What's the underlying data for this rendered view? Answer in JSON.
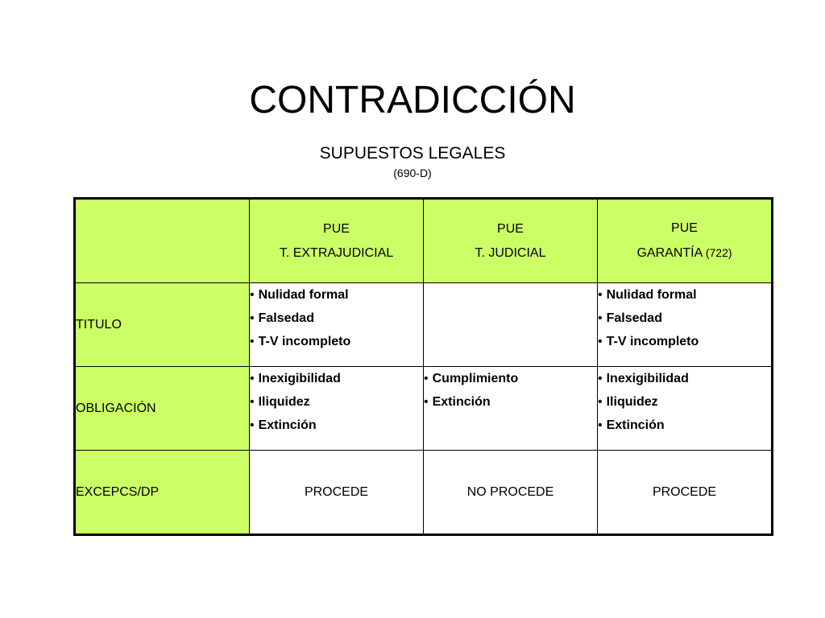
{
  "slide": {
    "title": "CONTRADICCIÓN",
    "subtitle": "SUPUESTOS LEGALES",
    "subnote": "(690-D)"
  },
  "table": {
    "colors": {
      "header_fill": "#ccff66",
      "border": "#000000",
      "body_fill": "#ffffff"
    },
    "columns": [
      {
        "line1": "PUE",
        "line2": "T. EXTRAJUDICIAL",
        "note": ""
      },
      {
        "line1": "PUE",
        "line2": "T. JUDICIAL",
        "note": ""
      },
      {
        "line1": "PUE",
        "line2": "GARANTÍA",
        "note": "(722)"
      }
    ],
    "rows": [
      {
        "label": "TITULO",
        "cells": [
          [
            "Nulidad formal",
            "Falsedad",
            "T-V incompleto"
          ],
          [],
          [
            "Nulidad formal",
            "Falsedad",
            "T-V incompleto"
          ]
        ]
      },
      {
        "label": "OBLIGACIÓN",
        "cells": [
          [
            "Inexigibilidad",
            "Iliquidez",
            "Extinción"
          ],
          [
            "Cumplimiento",
            "Extinción"
          ],
          [
            "Inexigibilidad",
            "Iliquidez",
            "Extinción"
          ]
        ]
      },
      {
        "label": "EXCEPCS/DP",
        "results": [
          "PROCEDE",
          "NO PROCEDE",
          "PROCEDE"
        ]
      }
    ]
  }
}
